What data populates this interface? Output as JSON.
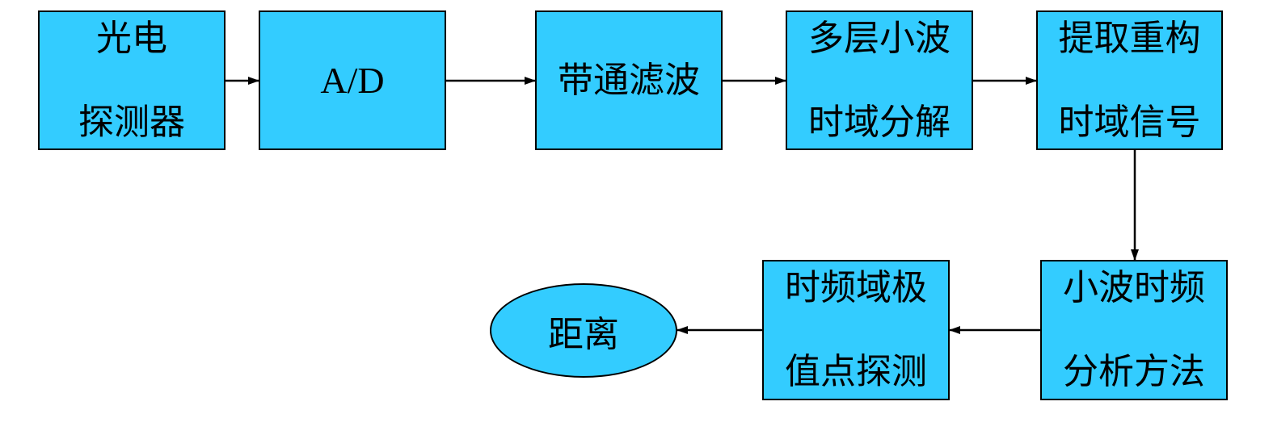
{
  "colors": {
    "box_fill": "#33ccff",
    "stroke": "#000000",
    "background": "#ffffff"
  },
  "nodes": {
    "detector": {
      "line1": "光电",
      "line2": "探测器"
    },
    "ad": {
      "label": "A/D"
    },
    "bandpass": {
      "label": "带通滤波"
    },
    "wavelet_decomp": {
      "line1": "多层小波",
      "line2": "时域分解"
    },
    "reconstruct": {
      "line1": "提取重构",
      "line2": "时域信号"
    },
    "tf_method": {
      "line1": "小波时频",
      "line2": "分析方法"
    },
    "extremum": {
      "line1": "时频域极",
      "line2": "值点探测"
    },
    "distance": {
      "label": "距离"
    }
  },
  "edges": [
    {
      "from": "detector",
      "to": "ad"
    },
    {
      "from": "ad",
      "to": "bandpass"
    },
    {
      "from": "bandpass",
      "to": "wavelet_decomp"
    },
    {
      "from": "wavelet_decomp",
      "to": "reconstruct"
    },
    {
      "from": "reconstruct",
      "to": "tf_method"
    },
    {
      "from": "tf_method",
      "to": "extremum"
    },
    {
      "from": "extremum",
      "to": "distance"
    }
  ]
}
